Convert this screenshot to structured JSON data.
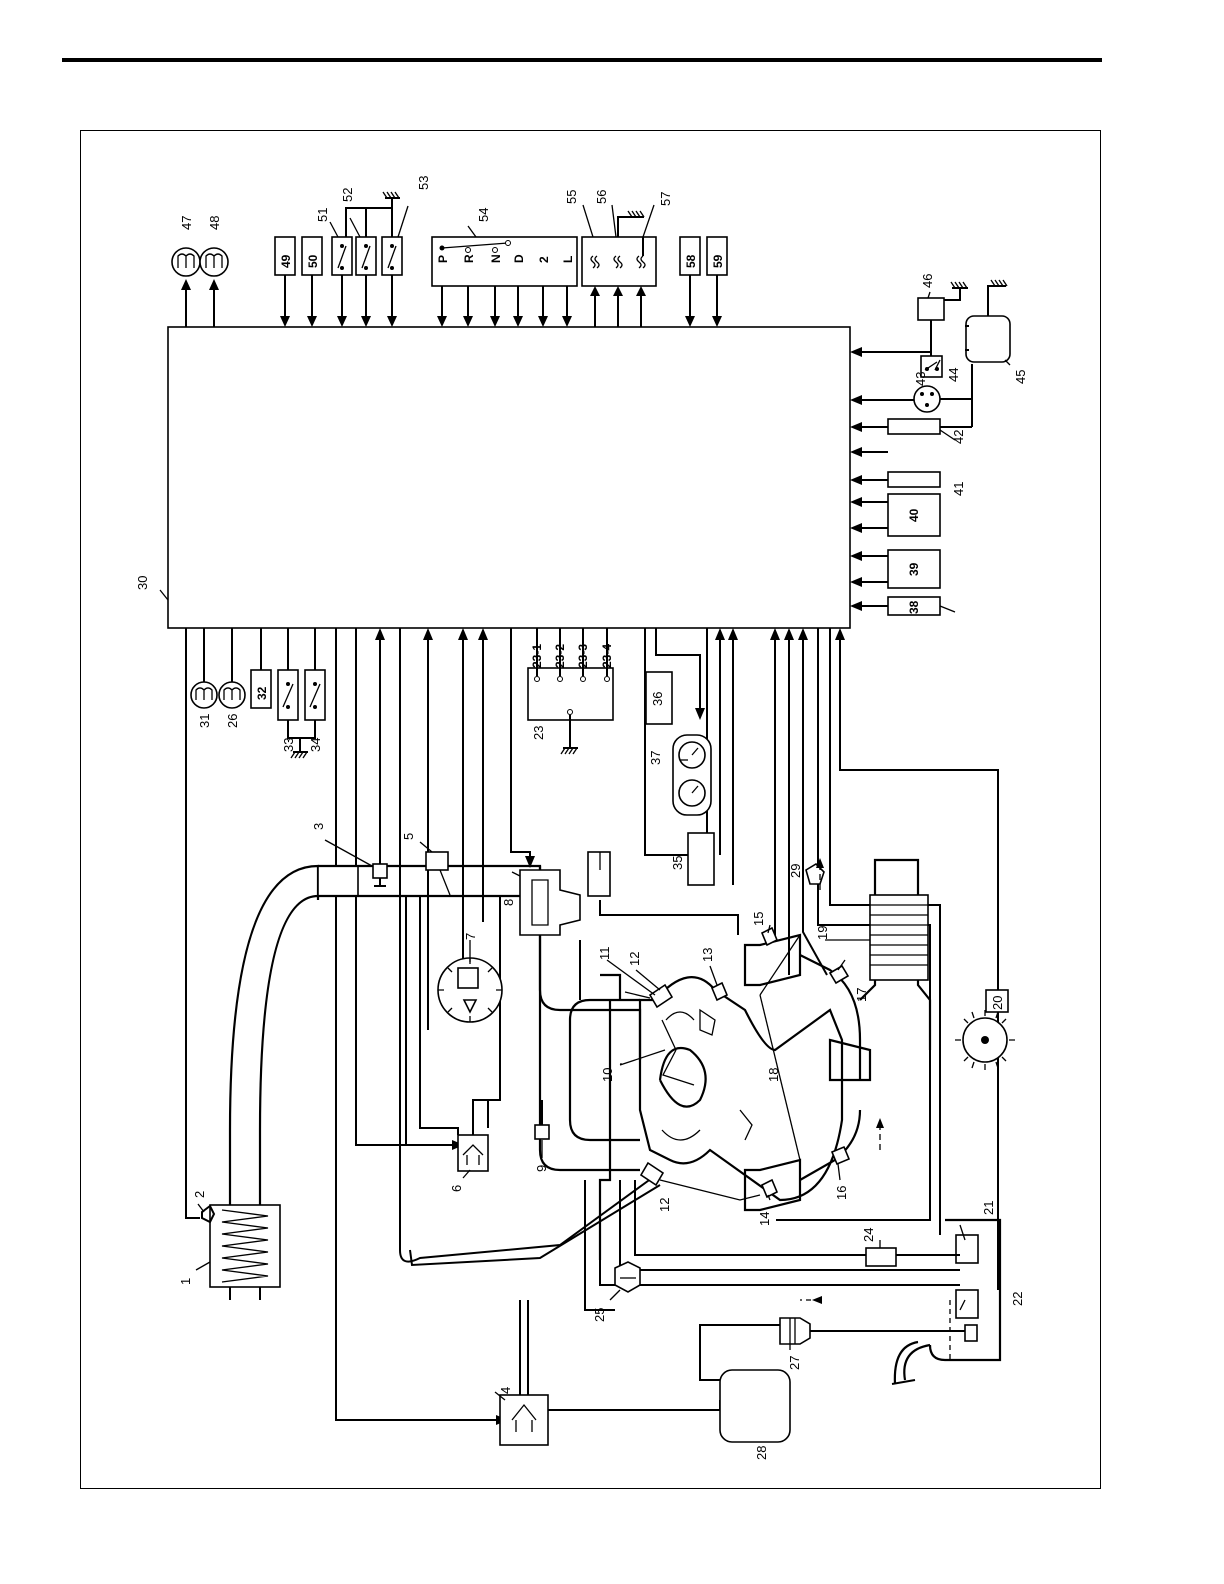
{
  "callouts": {
    "c1": "1",
    "c2": "2",
    "c3": "3",
    "c4": "4",
    "c5": "5",
    "c6": "6",
    "c7": "7",
    "c8": "8",
    "c9": "9",
    "c10": "10",
    "c11": "11",
    "c12": "12",
    "c13": "13",
    "c14": "14",
    "c15": "15",
    "c16": "16",
    "c17": "17",
    "c18": "18",
    "c19": "19",
    "c20": "20",
    "c21": "21",
    "c22": "22",
    "c23": "23",
    "c23_1": "23-1",
    "c23_2": "23-2",
    "c23_3": "23-3",
    "c23_4": "23-4",
    "c24": "24",
    "c25": "25",
    "c26": "26",
    "c27": "27",
    "c28": "28",
    "c29": "29",
    "c30": "30",
    "c31": "31",
    "c32": "32",
    "c33": "33",
    "c34": "34",
    "c35": "35",
    "c36": "36",
    "c37": "37",
    "c38": "38",
    "c39": "39",
    "c40": "40",
    "c41": "41",
    "c42": "42",
    "c43": "43",
    "c44": "44",
    "c45": "45",
    "c46": "46",
    "c47": "47",
    "c48": "48",
    "c49": "49",
    "c50": "50",
    "c51": "51",
    "c52": "52",
    "c53": "53",
    "c54": "54",
    "c55": "55",
    "c56": "56",
    "c57": "57",
    "c58": "58",
    "c59": "59"
  },
  "shift_positions": [
    "P",
    "R",
    "N",
    "D",
    "2",
    "L"
  ],
  "colors": {
    "ink": "#000000",
    "paper": "#ffffff"
  }
}
